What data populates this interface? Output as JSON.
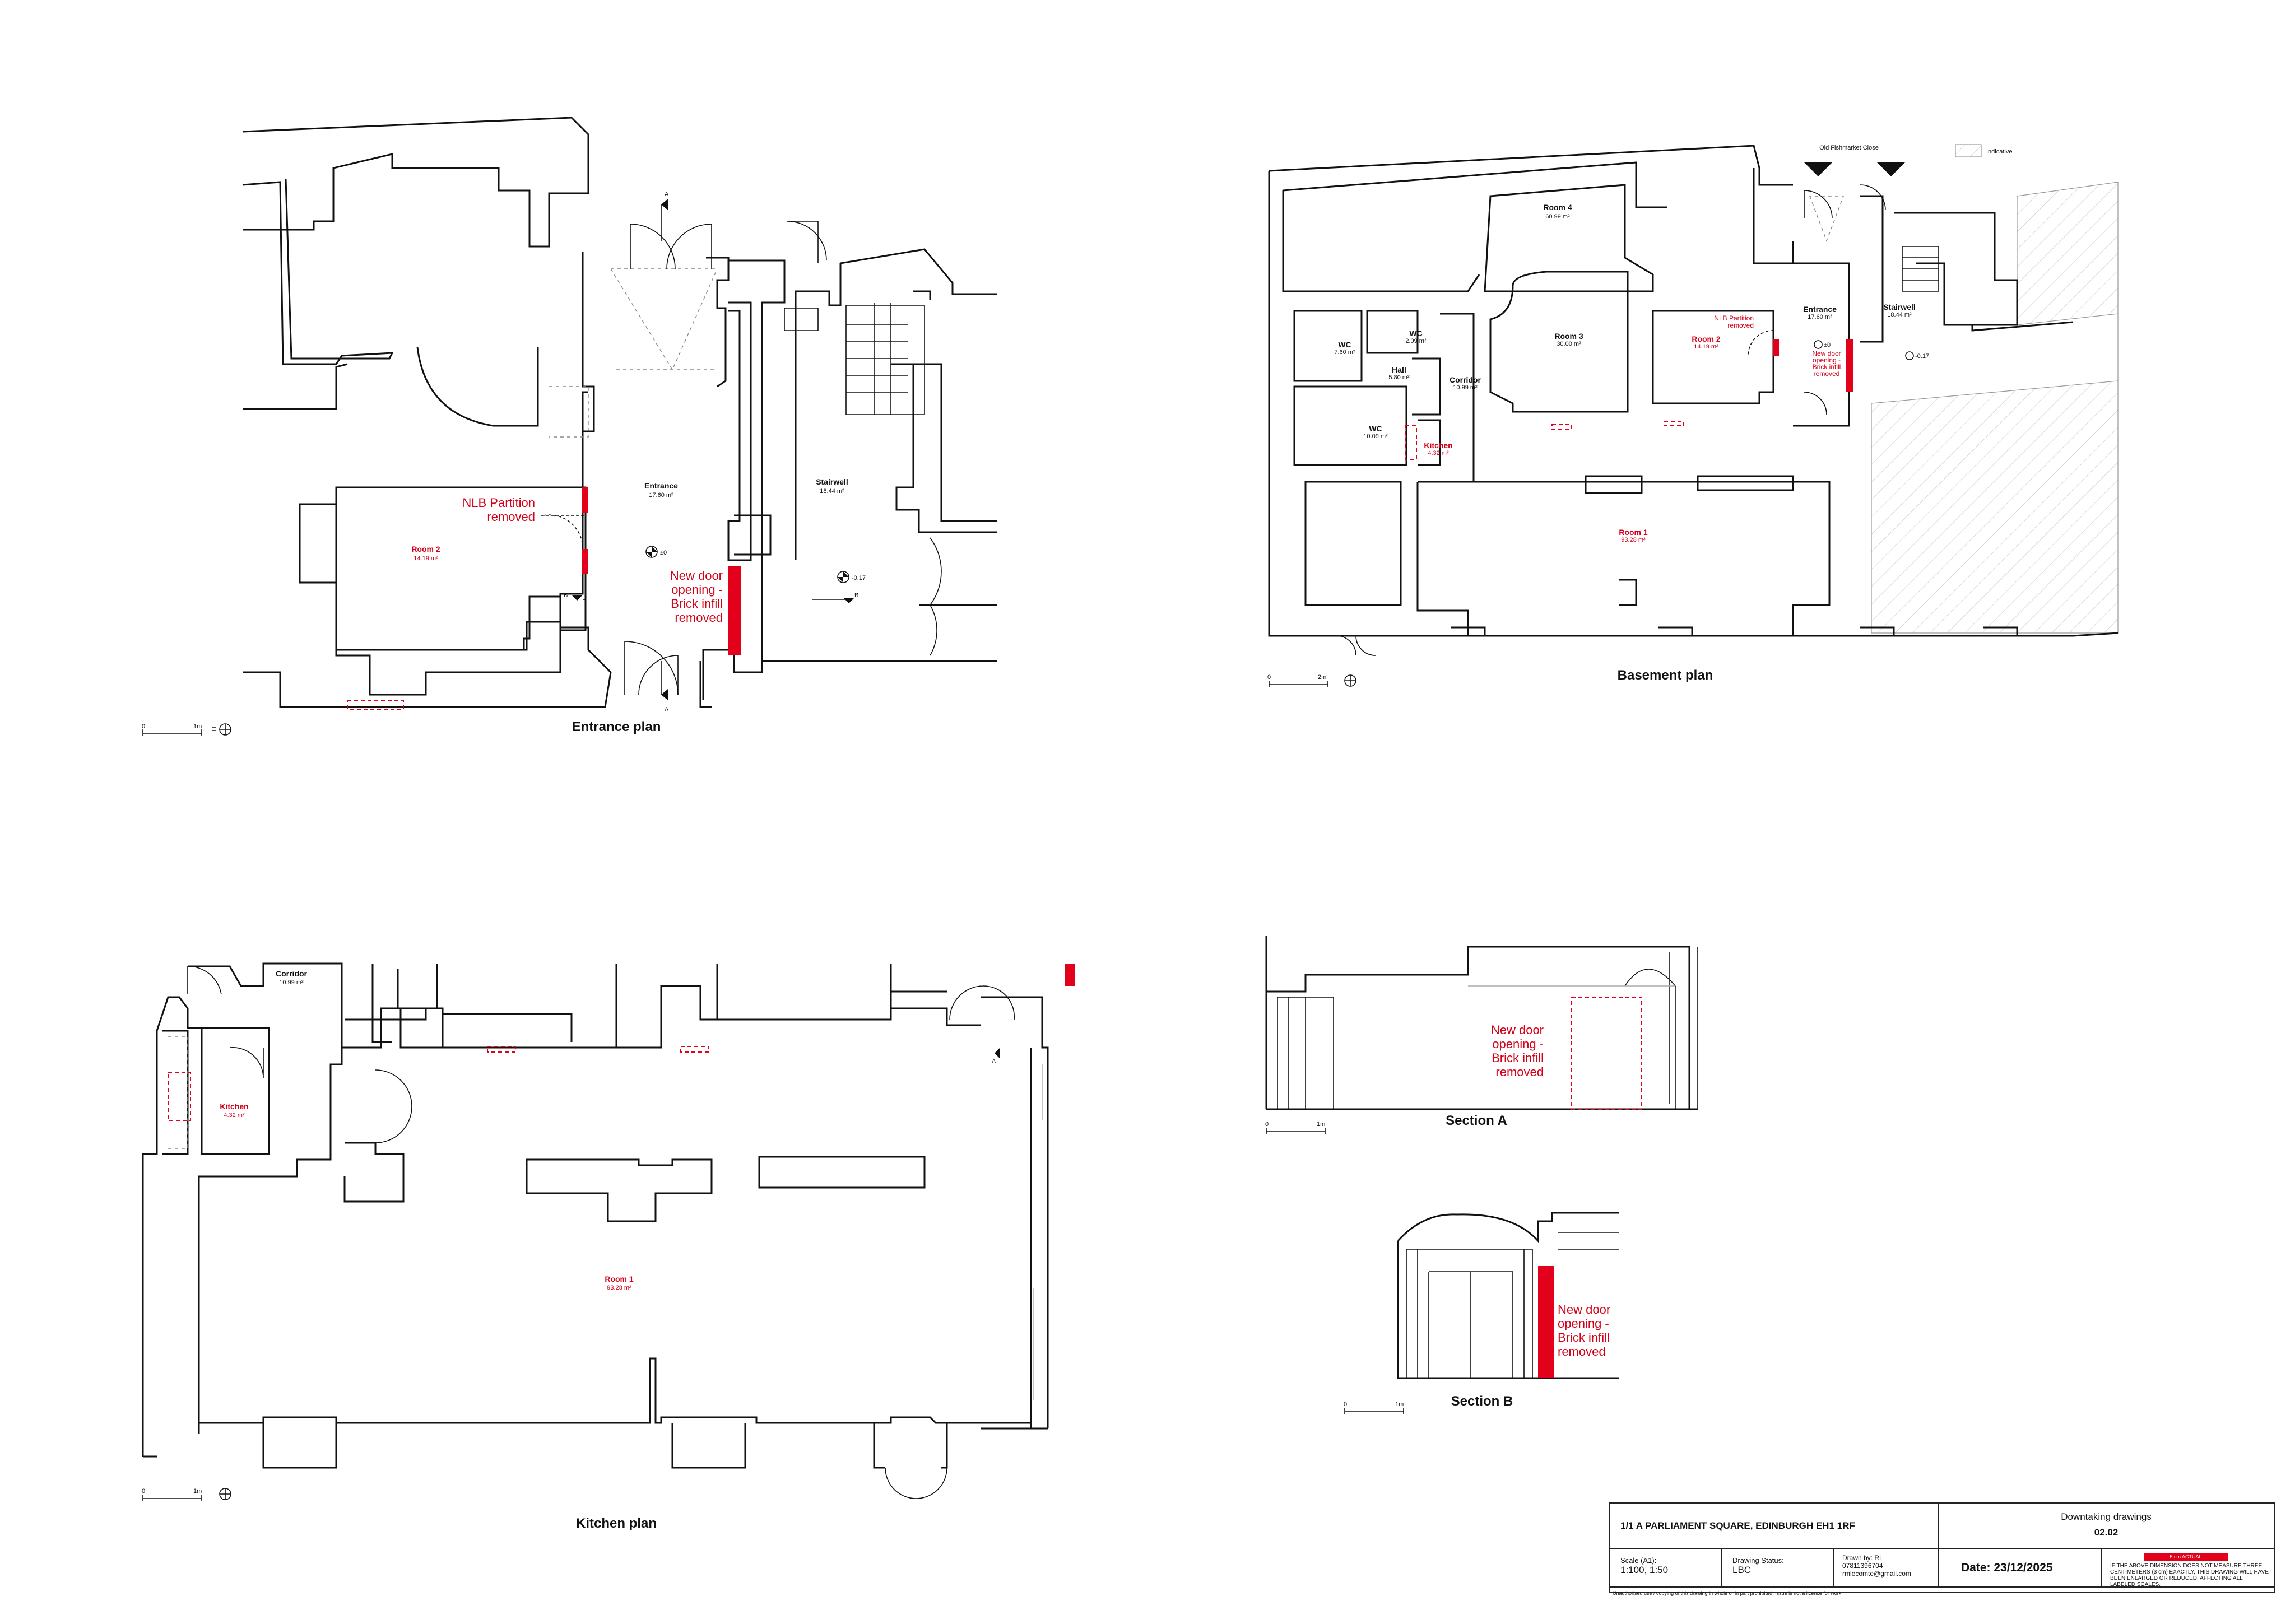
{
  "drawings": {
    "entrance_plan": {
      "title": "Entrance plan",
      "scale_zero": "0",
      "scale_end": "1m",
      "rooms": [
        {
          "name": "Room 2",
          "area": "14.19 m²"
        },
        {
          "name": "Entrance",
          "area": "17.60 m²"
        },
        {
          "name": "Stairwell",
          "area": "18.44 m²"
        }
      ],
      "notes": {
        "nlb": [
          "NLB Partition",
          "removed"
        ],
        "new_door": [
          "New door",
          "opening -",
          "Brick infill",
          "removed"
        ]
      },
      "section_marks": {
        "a": "A",
        "b": "B"
      },
      "levels": {
        "l1": "±0",
        "l2": "-0.17"
      }
    },
    "basement_plan": {
      "title": "Basement plan",
      "scale_zero": "0",
      "scale_end": "2m",
      "street": "Old Fishmarket Close",
      "legend": "Indicative",
      "rooms": [
        {
          "name": "Room 4",
          "area": "60.99 m²"
        },
        {
          "name": "WC",
          "area": "7.60 m²"
        },
        {
          "name": "WC",
          "area": "2.09 m²"
        },
        {
          "name": "Hall",
          "area": "5.80 m²"
        },
        {
          "name": "Corridor",
          "area": "10.99 m²"
        },
        {
          "name": "Room 3",
          "area": "30.00 m²"
        },
        {
          "name": "WC",
          "area": "10.09 m²"
        },
        {
          "name": "Kitchen",
          "area": "4.32 m²"
        },
        {
          "name": "Room 2",
          "area": "14.19 m²"
        },
        {
          "name": "Entrance",
          "area": "17.60 m²"
        },
        {
          "name": "Stairwell",
          "area": "18.44 m²"
        },
        {
          "name": "Room 1",
          "area": "93.28 m²"
        }
      ],
      "notes": {
        "nlb": [
          "NLB Partition",
          "removed"
        ],
        "new_door": [
          "New door",
          "opening -",
          "Brick infill",
          "removed"
        ]
      },
      "levels": {
        "l1": "±0",
        "l2": "-0.17"
      }
    },
    "kitchen_plan": {
      "title": "Kitchen plan",
      "scale_zero": "0",
      "scale_end": "1m",
      "rooms": [
        {
          "name": "Corridor",
          "area": "10.99 m²"
        },
        {
          "name": "Kitchen",
          "area": "4.32 m²"
        },
        {
          "name": "Room 1",
          "area": "93.28 m²"
        }
      ],
      "section_mark": "A"
    },
    "section_a": {
      "title": "Section A",
      "scale_zero": "0",
      "scale_end": "1m",
      "note": [
        "New door",
        "opening -",
        "Brick infill",
        "removed"
      ]
    },
    "section_b": {
      "title": "Section B",
      "scale_zero": "0",
      "scale_end": "1m",
      "note": [
        "New door",
        "opening -",
        "Brick infill",
        "removed"
      ]
    }
  },
  "title_block": {
    "project": "1/1 A PARLIAMENT SQUARE, EDINBURGH EH1 1RF",
    "sheet_title": "Downtaking drawings",
    "sheet_number": "02.02",
    "scale_label": "Scale (A1):",
    "scale_value": "1:100, 1:50",
    "status_label": "Drawing Status:",
    "status_value": "LBC",
    "drawn_by": "Drawn by: RL",
    "phone": "07811396704",
    "email": "rmlecomte@gmail.com",
    "date": "Date: 23/12/2025",
    "scale_bar_label": "5 cm ACTUAL",
    "disclaimer": "IF THE ABOVE DIMENSION DOES NOT MEASURE THREE CENTIMETERS (3 cm) EXACTLY, THIS DRAWING WILL HAVE BEEN ENLARGED OR REDUCED, AFFECTING ALL LABELED SCALES.",
    "footer": "Unauthorised use / copying of this drawing in whole or in part prohibited. Issue is not a licence for work."
  },
  "colors": {
    "accent_red": "#e3001b",
    "line": "#111111"
  }
}
